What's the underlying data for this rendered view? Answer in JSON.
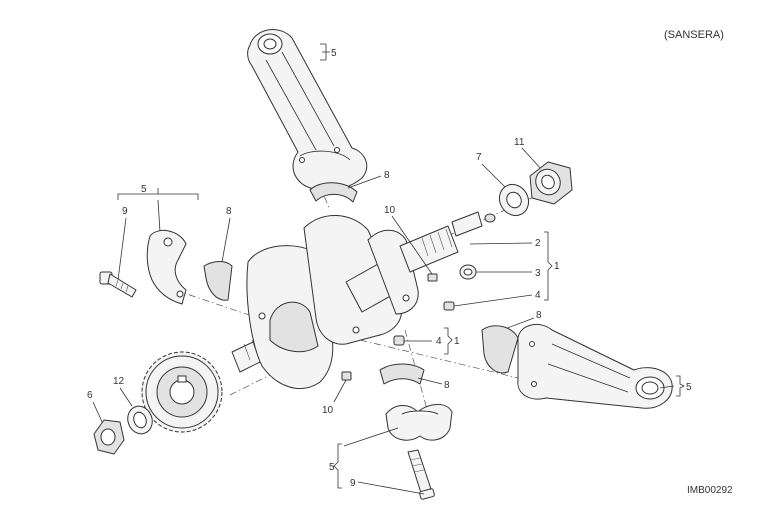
{
  "header": {
    "variant_label": "(SANSERA)"
  },
  "footer": {
    "drawing_code": "IMB00292"
  },
  "callouts": {
    "top_rod_5": "5",
    "left_bracket_5": "5",
    "left_bolt_9": "9",
    "left_shell_8": "8",
    "upper_shell_8": "8",
    "nut_11": "11",
    "washer_7": "7",
    "pin_10_upper": "10",
    "brace_2": "2",
    "brace_3": "3",
    "brace_4": "4",
    "brace_1_upper": "1",
    "right_shell_8": "8",
    "plug_4": "4",
    "plug_1": "1",
    "right_rod_5": "5",
    "lower_shell_8": "8",
    "pin_10_lower": "10",
    "gear_washer_12": "12",
    "gear_nut_6": "6",
    "bottom_cap_5": "5",
    "bottom_bolt_9": "9"
  },
  "colors": {
    "line": "#333333",
    "part_fill": "#f4f4f4",
    "shade": "#e2e2e2"
  }
}
